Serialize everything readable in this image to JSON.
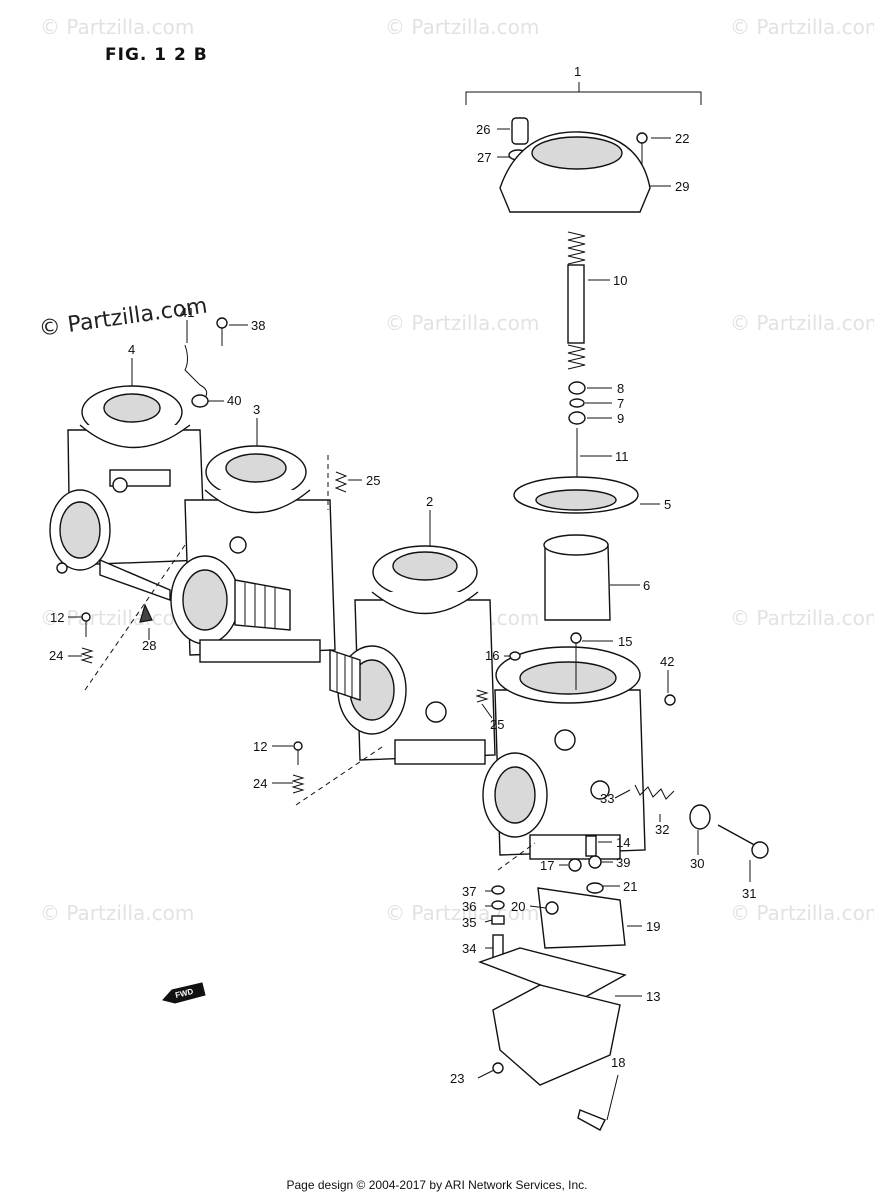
{
  "figure_title": "FIG. 1 2 B",
  "watermark": "© Partzilla.com",
  "watermark_dark": "© Partzilla.com",
  "footer": "Page design © 2004-2017 by ARI Network Services, Inc.",
  "fwd_label": "FWD",
  "callouts": {
    "c1": "1",
    "c2": "2",
    "c3": "3",
    "c4": "4",
    "c5": "5",
    "c6": "6",
    "c7": "7",
    "c8": "8",
    "c9": "9",
    "c10": "10",
    "c11": "11",
    "c12a": "12",
    "c12b": "12",
    "c13": "13",
    "c14": "14",
    "c15": "15",
    "c16": "16",
    "c17": "17",
    "c18": "18",
    "c19": "19",
    "c20": "20",
    "c21": "21",
    "c22": "22",
    "c23": "23",
    "c24a": "24",
    "c24b": "24",
    "c25a": "25",
    "c25b": "25",
    "c26": "26",
    "c27": "27",
    "c28": "28",
    "c29": "29",
    "c30": "30",
    "c31": "31",
    "c32": "32",
    "c33": "33",
    "c34": "34",
    "c35": "35",
    "c36": "36",
    "c37": "37",
    "c38": "38",
    "c39": "39",
    "c40": "40",
    "c41": "41",
    "c42": "42"
  }
}
